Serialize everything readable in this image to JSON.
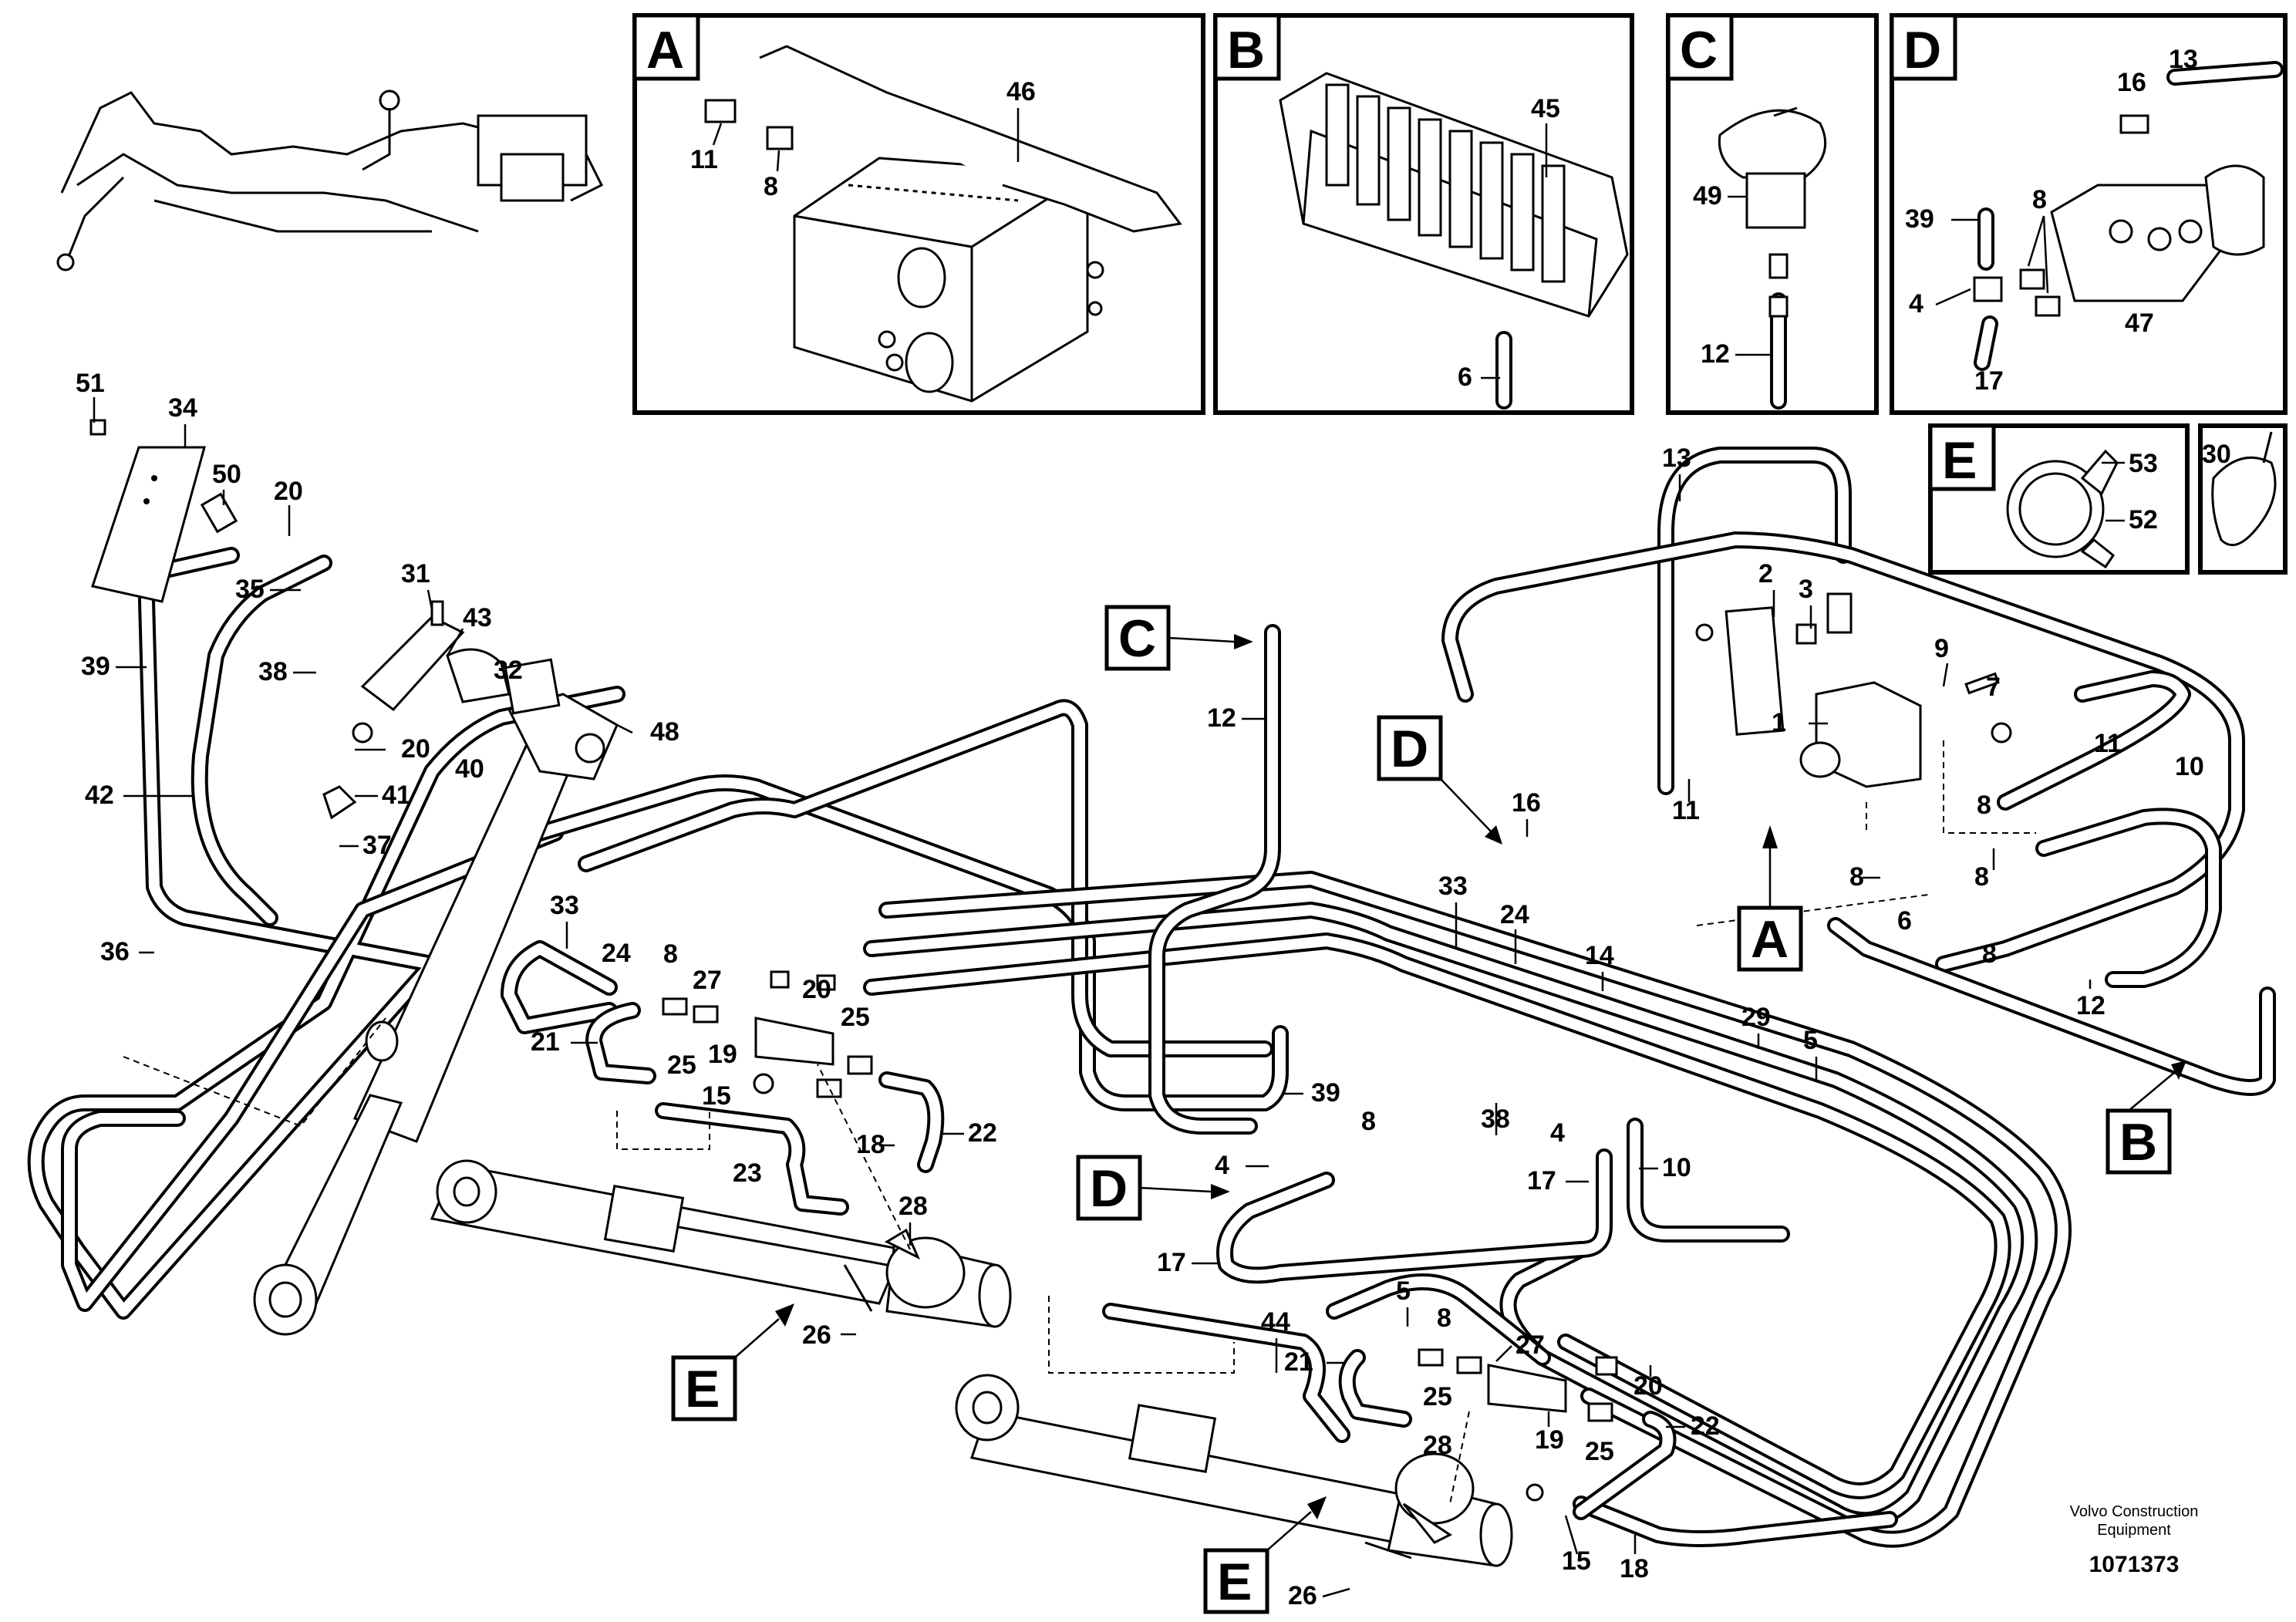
{
  "callout_numbers": [
    "1",
    "2",
    "3",
    "4",
    "5",
    "6",
    "7",
    "8",
    "9",
    "10",
    "11",
    "12",
    "13",
    "14",
    "15",
    "16",
    "17",
    "18",
    "19",
    "20",
    "21",
    "22",
    "23",
    "24",
    "25",
    "26",
    "27",
    "28",
    "29",
    "30",
    "31",
    "32",
    "33",
    "34",
    "35",
    "36",
    "37",
    "38",
    "39",
    "40",
    "41",
    "42",
    "43",
    "44",
    "45",
    "46",
    "47",
    "48",
    "49",
    "50",
    "51",
    "52",
    "53"
  ],
  "detail_views": {
    "A": {
      "letter": "A",
      "labels": [
        "46",
        "11",
        "8"
      ]
    },
    "B": {
      "letter": "B",
      "labels": [
        "45",
        "6"
      ]
    },
    "C": {
      "letter": "C",
      "labels": [
        "49",
        "12"
      ]
    },
    "D": {
      "letter": "D",
      "labels": [
        "16",
        "13",
        "39",
        "8",
        "4",
        "47",
        "17"
      ]
    },
    "E": {
      "letter": "E",
      "labels": [
        "53",
        "52"
      ]
    },
    "F": {
      "letter": "",
      "labels": [
        "30"
      ]
    }
  },
  "reference_markers": [
    "A",
    "B",
    "C",
    "D",
    "E"
  ],
  "main_labels": {
    "l51": "51",
    "l34": "34",
    "l50": "50",
    "l20a": "20",
    "l35": "35",
    "l31": "31",
    "l43": "43",
    "l39a": "39",
    "l38a": "38",
    "l32": "32",
    "l48": "48",
    "l20b": "20",
    "l40": "40",
    "l42": "42",
    "l41": "41",
    "l37": "37",
    "l36": "36",
    "l33a": "33",
    "l24a": "24",
    "l8a": "8",
    "l27a": "27",
    "l20c": "20",
    "l25a": "25",
    "l21a": "21",
    "l25b": "25",
    "l19a": "19",
    "l15a": "15",
    "l18a": "18",
    "l22a": "22",
    "l23": "23",
    "l28a": "28",
    "l26a": "26",
    "l12a": "12",
    "l13": "13",
    "l2": "2",
    "l3": "3",
    "l9": "9",
    "l7": "7",
    "l1": "1",
    "l11a": "11",
    "l11b": "11",
    "l10a": "10",
    "l16": "16",
    "l8b": "8",
    "l8c": "8",
    "l8d": "8",
    "l6": "6",
    "l12b": "12",
    "l33b": "33",
    "l24b": "24",
    "l14": "14",
    "l29": "29",
    "l5a": "5",
    "l39b": "39",
    "l38b": "38",
    "l4a": "4",
    "l10b": "10",
    "l17a": "17",
    "l8e": "8",
    "l4b": "4",
    "l17b": "17",
    "l44": "44",
    "l5b": "5",
    "l8f": "8",
    "l21b": "21",
    "l27b": "27",
    "l20d": "20",
    "l25c": "25",
    "l19b": "19",
    "l22b": "22",
    "l25d": "25",
    "l28b": "28",
    "l15b": "15",
    "l18b": "18",
    "l26b": "26"
  },
  "footer": {
    "credit_line1": "Volvo Construction",
    "credit_line2": "Equipment",
    "document_number": "1071373"
  }
}
